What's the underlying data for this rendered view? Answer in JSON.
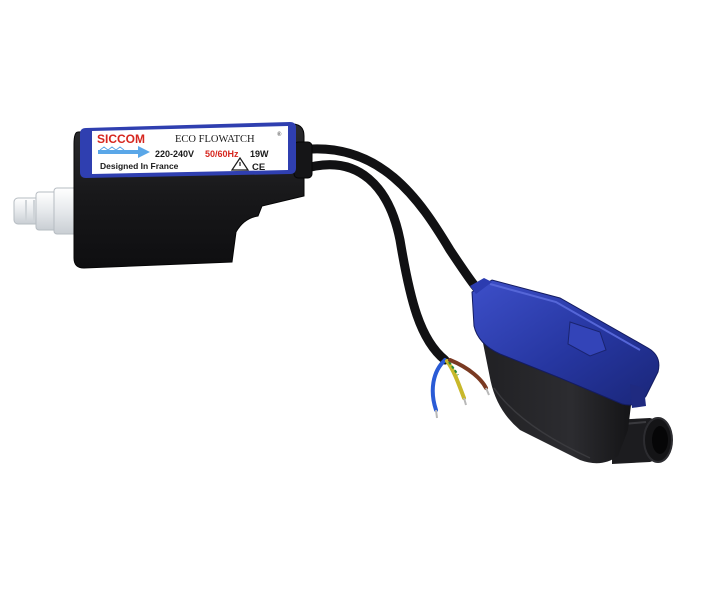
{
  "product": {
    "brand": "SICCOM",
    "model": "ECO FLOWATCH",
    "trademark": "®",
    "voltage": "220-240V",
    "frequency": "50/60Hz",
    "power": "19W",
    "ce_mark": "CE",
    "origin": "Designed In France"
  },
  "colors": {
    "background": "#ffffff",
    "body_black": "#1a1a1c",
    "float_cover_blue": "#2a3aa8",
    "label_blue_border": "#2f3fb0",
    "brand_red": "#d6261e",
    "frequency_red": "#d6261e",
    "tube_white": "#eef0f2"
  }
}
